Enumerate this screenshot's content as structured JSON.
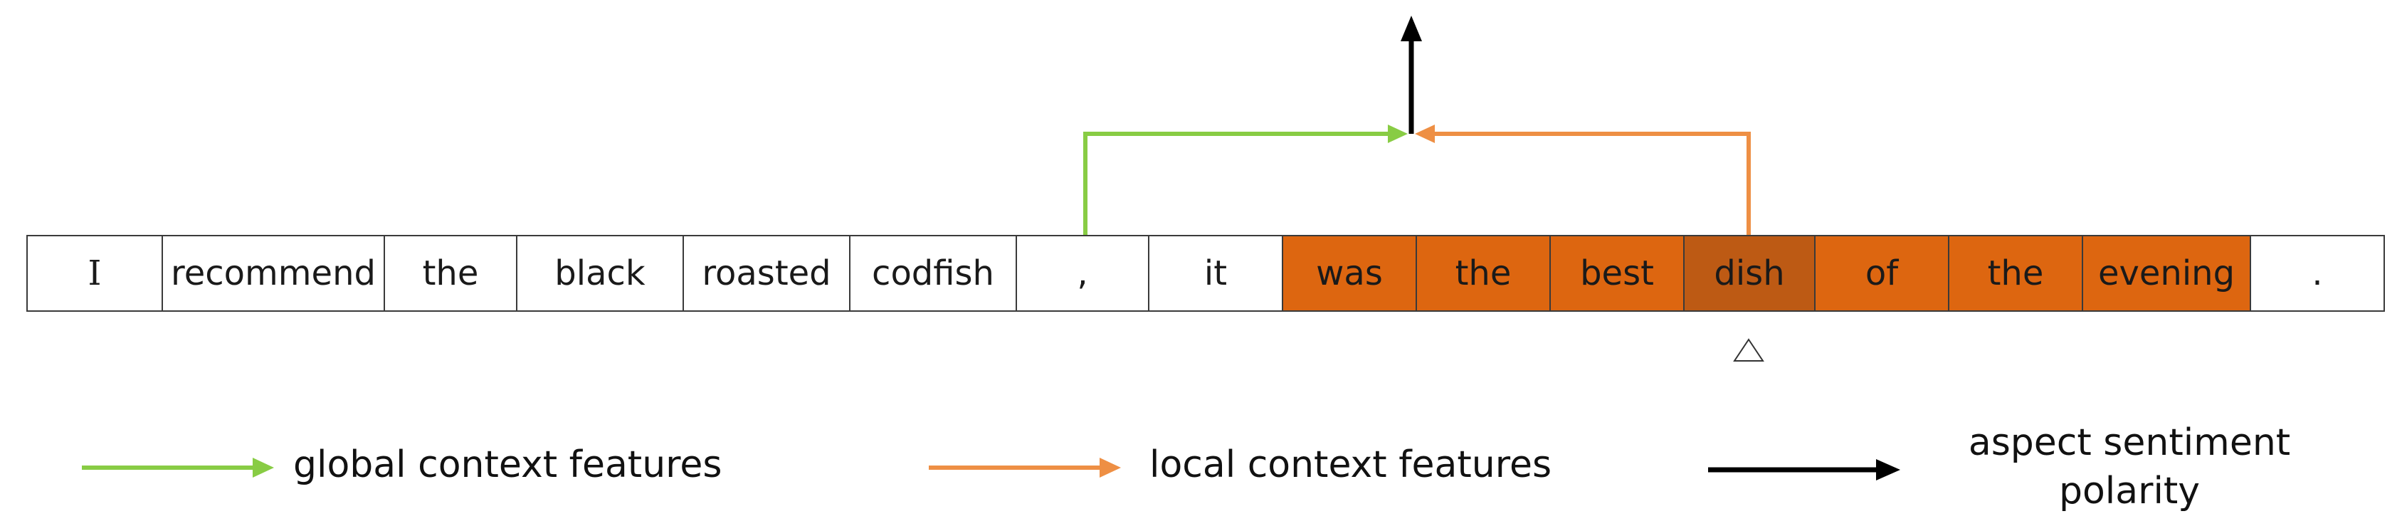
{
  "colors": {
    "global": "#88cc44",
    "local": "#ee8f44",
    "output": "#000000",
    "local_token": "#dd6610",
    "aspect_token": "#bd5a14"
  },
  "tokens": [
    {
      "text": "I",
      "role": "normal"
    },
    {
      "text": "recommend",
      "role": "normal"
    },
    {
      "text": "the",
      "role": "normal"
    },
    {
      "text": "black",
      "role": "normal"
    },
    {
      "text": "roasted",
      "role": "normal"
    },
    {
      "text": "codfish",
      "role": "normal"
    },
    {
      "text": ",",
      "role": "normal"
    },
    {
      "text": "it",
      "role": "normal"
    },
    {
      "text": "was",
      "role": "local"
    },
    {
      "text": "the",
      "role": "local"
    },
    {
      "text": "best",
      "role": "local"
    },
    {
      "text": "dish",
      "role": "aspect"
    },
    {
      "text": "of",
      "role": "local"
    },
    {
      "text": "the",
      "role": "local"
    },
    {
      "text": "evening",
      "role": "local"
    },
    {
      "text": ".",
      "role": "normal"
    }
  ],
  "legend": {
    "global": "global context features",
    "local": "local context features",
    "polarity_line1": "aspect sentiment",
    "polarity_line2": "polarity"
  }
}
